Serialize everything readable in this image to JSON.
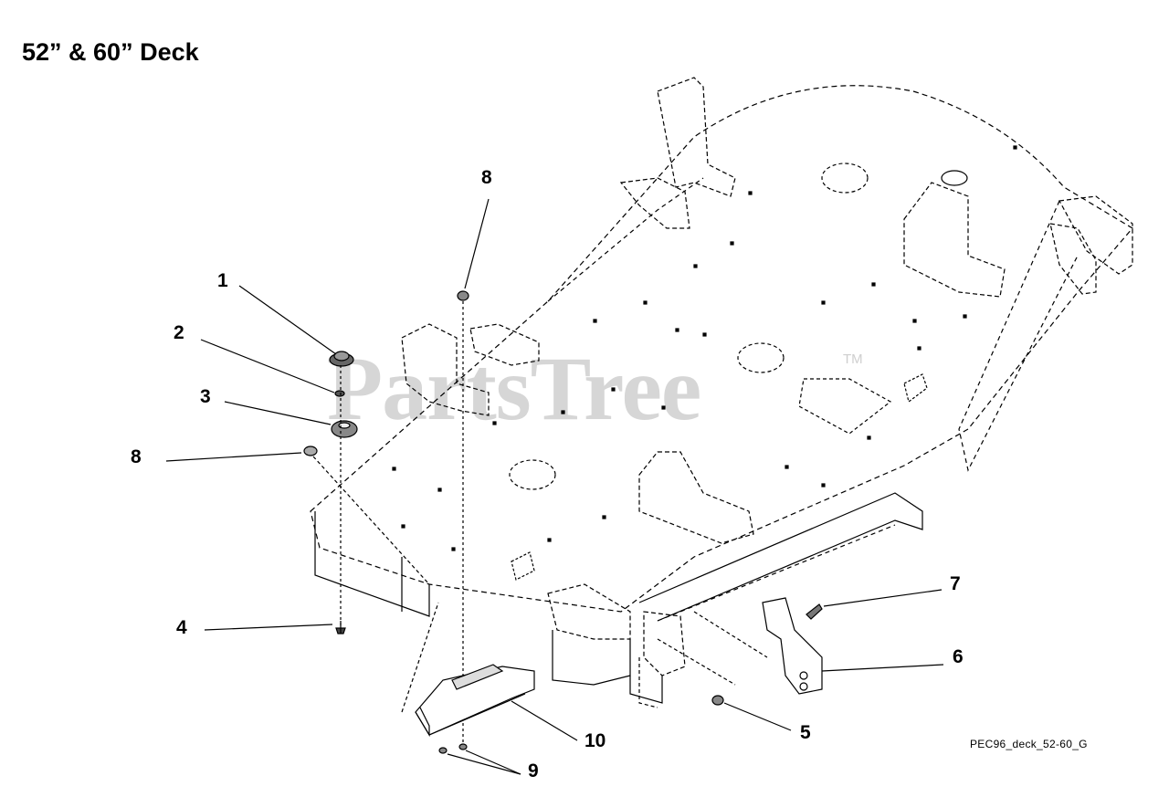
{
  "title": "52” & 60” Deck",
  "caption": "PEC96_deck_52-60_G",
  "watermark": {
    "text": "PartsTree",
    "trademark": "TM"
  },
  "callouts": [
    "1",
    "2",
    "3",
    "4",
    "5",
    "6",
    "7",
    "8",
    "8",
    "9",
    "10"
  ],
  "colors": {
    "line": "#000000",
    "watermark": "#cfcfcf",
    "background": "#ffffff"
  }
}
